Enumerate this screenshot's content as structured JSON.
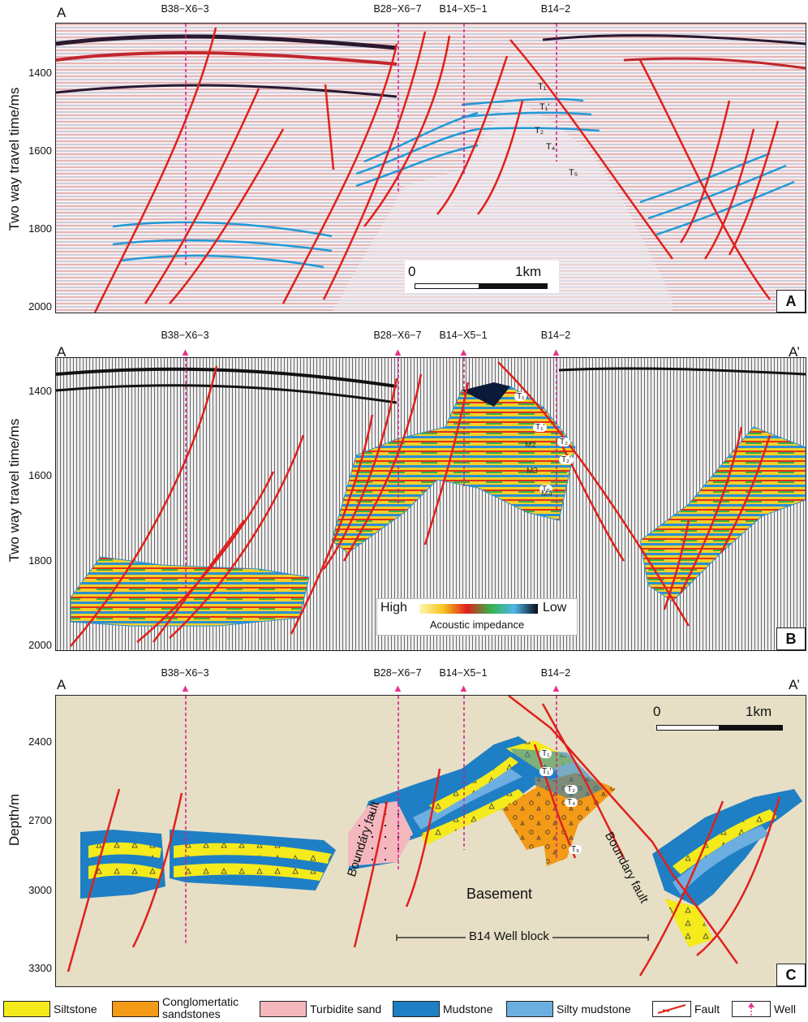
{
  "sections": {
    "start_label": "A",
    "end_label": "A’",
    "wells": [
      "B38−X6−3",
      "B28−X6−7",
      "B14−X5−1",
      "B14−2"
    ]
  },
  "panel_a": {
    "letter": "A",
    "y_title": "Two way travel time/ms",
    "y_ticks": [
      "1400",
      "1600",
      "1800",
      "2000"
    ],
    "horizons": [
      "T₁",
      "T₁'",
      "T₂",
      "T₄'",
      "T₅"
    ],
    "scale": {
      "zero": "0",
      "length": "1km"
    }
  },
  "panel_b": {
    "letter": "B",
    "y_title": "Two way travel time/ms",
    "y_ticks": [
      "1400",
      "1600",
      "1800",
      "2000"
    ],
    "horizons": [
      "T₁",
      "T₁'",
      "T₂",
      "T₂'",
      "T₅"
    ],
    "units": [
      "M2",
      "M3",
      "M4"
    ],
    "colorbar": {
      "high": "High",
      "low": "Low",
      "title": "Acoustic impedance"
    }
  },
  "panel_c": {
    "letter": "C",
    "y_title": "Depth/m",
    "y_ticks": [
      "2400",
      "2700",
      "3000",
      "3300"
    ],
    "horizons": [
      "T₁",
      "T₁'",
      "T₂",
      "T₄",
      "T₅"
    ],
    "scale": {
      "zero": "0",
      "length": "1km"
    },
    "annotations": {
      "basement": "Basement",
      "boundary_left": "Boundary fault",
      "boundary_right": "Boundary fault",
      "well_block": "B14  Well block"
    }
  },
  "legend": [
    {
      "label": "Siltstone",
      "color": "#f4ea1c"
    },
    {
      "label": "Conglomertatic\nsandstones",
      "color": "#f39a16"
    },
    {
      "label": "Turbidite sand",
      "color": "#f4b7be"
    },
    {
      "label": "Mudstone",
      "color": "#1f7fc4"
    },
    {
      "label": "Silty mudstone",
      "color": "#6daee0"
    },
    {
      "label": "Fault",
      "color": "#e0201b"
    },
    {
      "label": "Well",
      "color": "#e8338c"
    }
  ],
  "colors": {
    "fault": "#e0201b",
    "horizon": "#1e9ad6",
    "well": "#d6198a",
    "panel_c_bg": "#e6dfc6"
  }
}
